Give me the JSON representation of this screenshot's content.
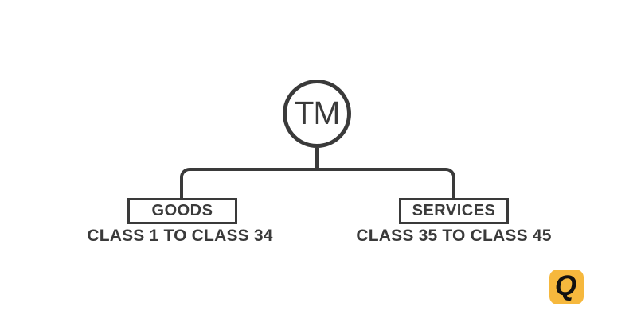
{
  "diagram": {
    "root": {
      "label": "TM"
    },
    "branches": [
      {
        "box_label": "GOODS",
        "class_range": "CLASS 1 TO CLASS 34"
      },
      {
        "box_label": "SERVICES",
        "class_range": "CLASS 35 TO CLASS 45"
      }
    ],
    "colors": {
      "stroke": "#3a3a3a",
      "background": "#ffffff"
    }
  },
  "logo": {
    "letter": "Q",
    "background": "#f6b83d",
    "letter_color": "#111111"
  }
}
